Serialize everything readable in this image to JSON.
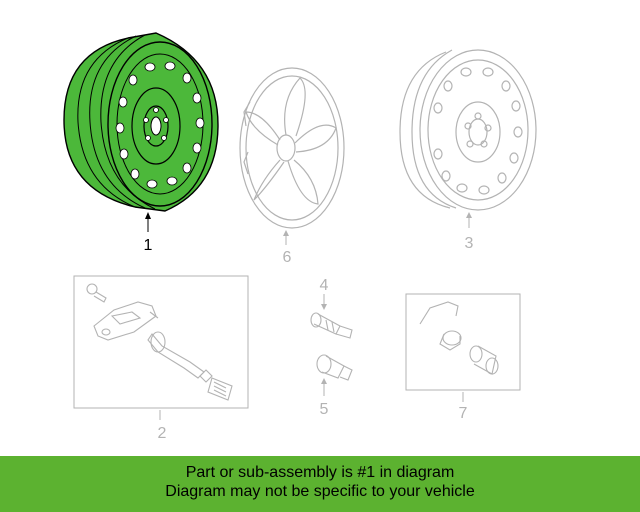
{
  "diagram": {
    "callouts": [
      "1",
      "6",
      "3",
      "2",
      "4",
      "5",
      "7"
    ]
  },
  "banner": {
    "line1": "Part or sub-assembly is #1 in diagram",
    "line2": "Diagram may not be specific to your vehicle"
  },
  "colors": {
    "highlight": "#4cb83a",
    "banner": "#5cb230",
    "faded": "#b3b3b3"
  }
}
